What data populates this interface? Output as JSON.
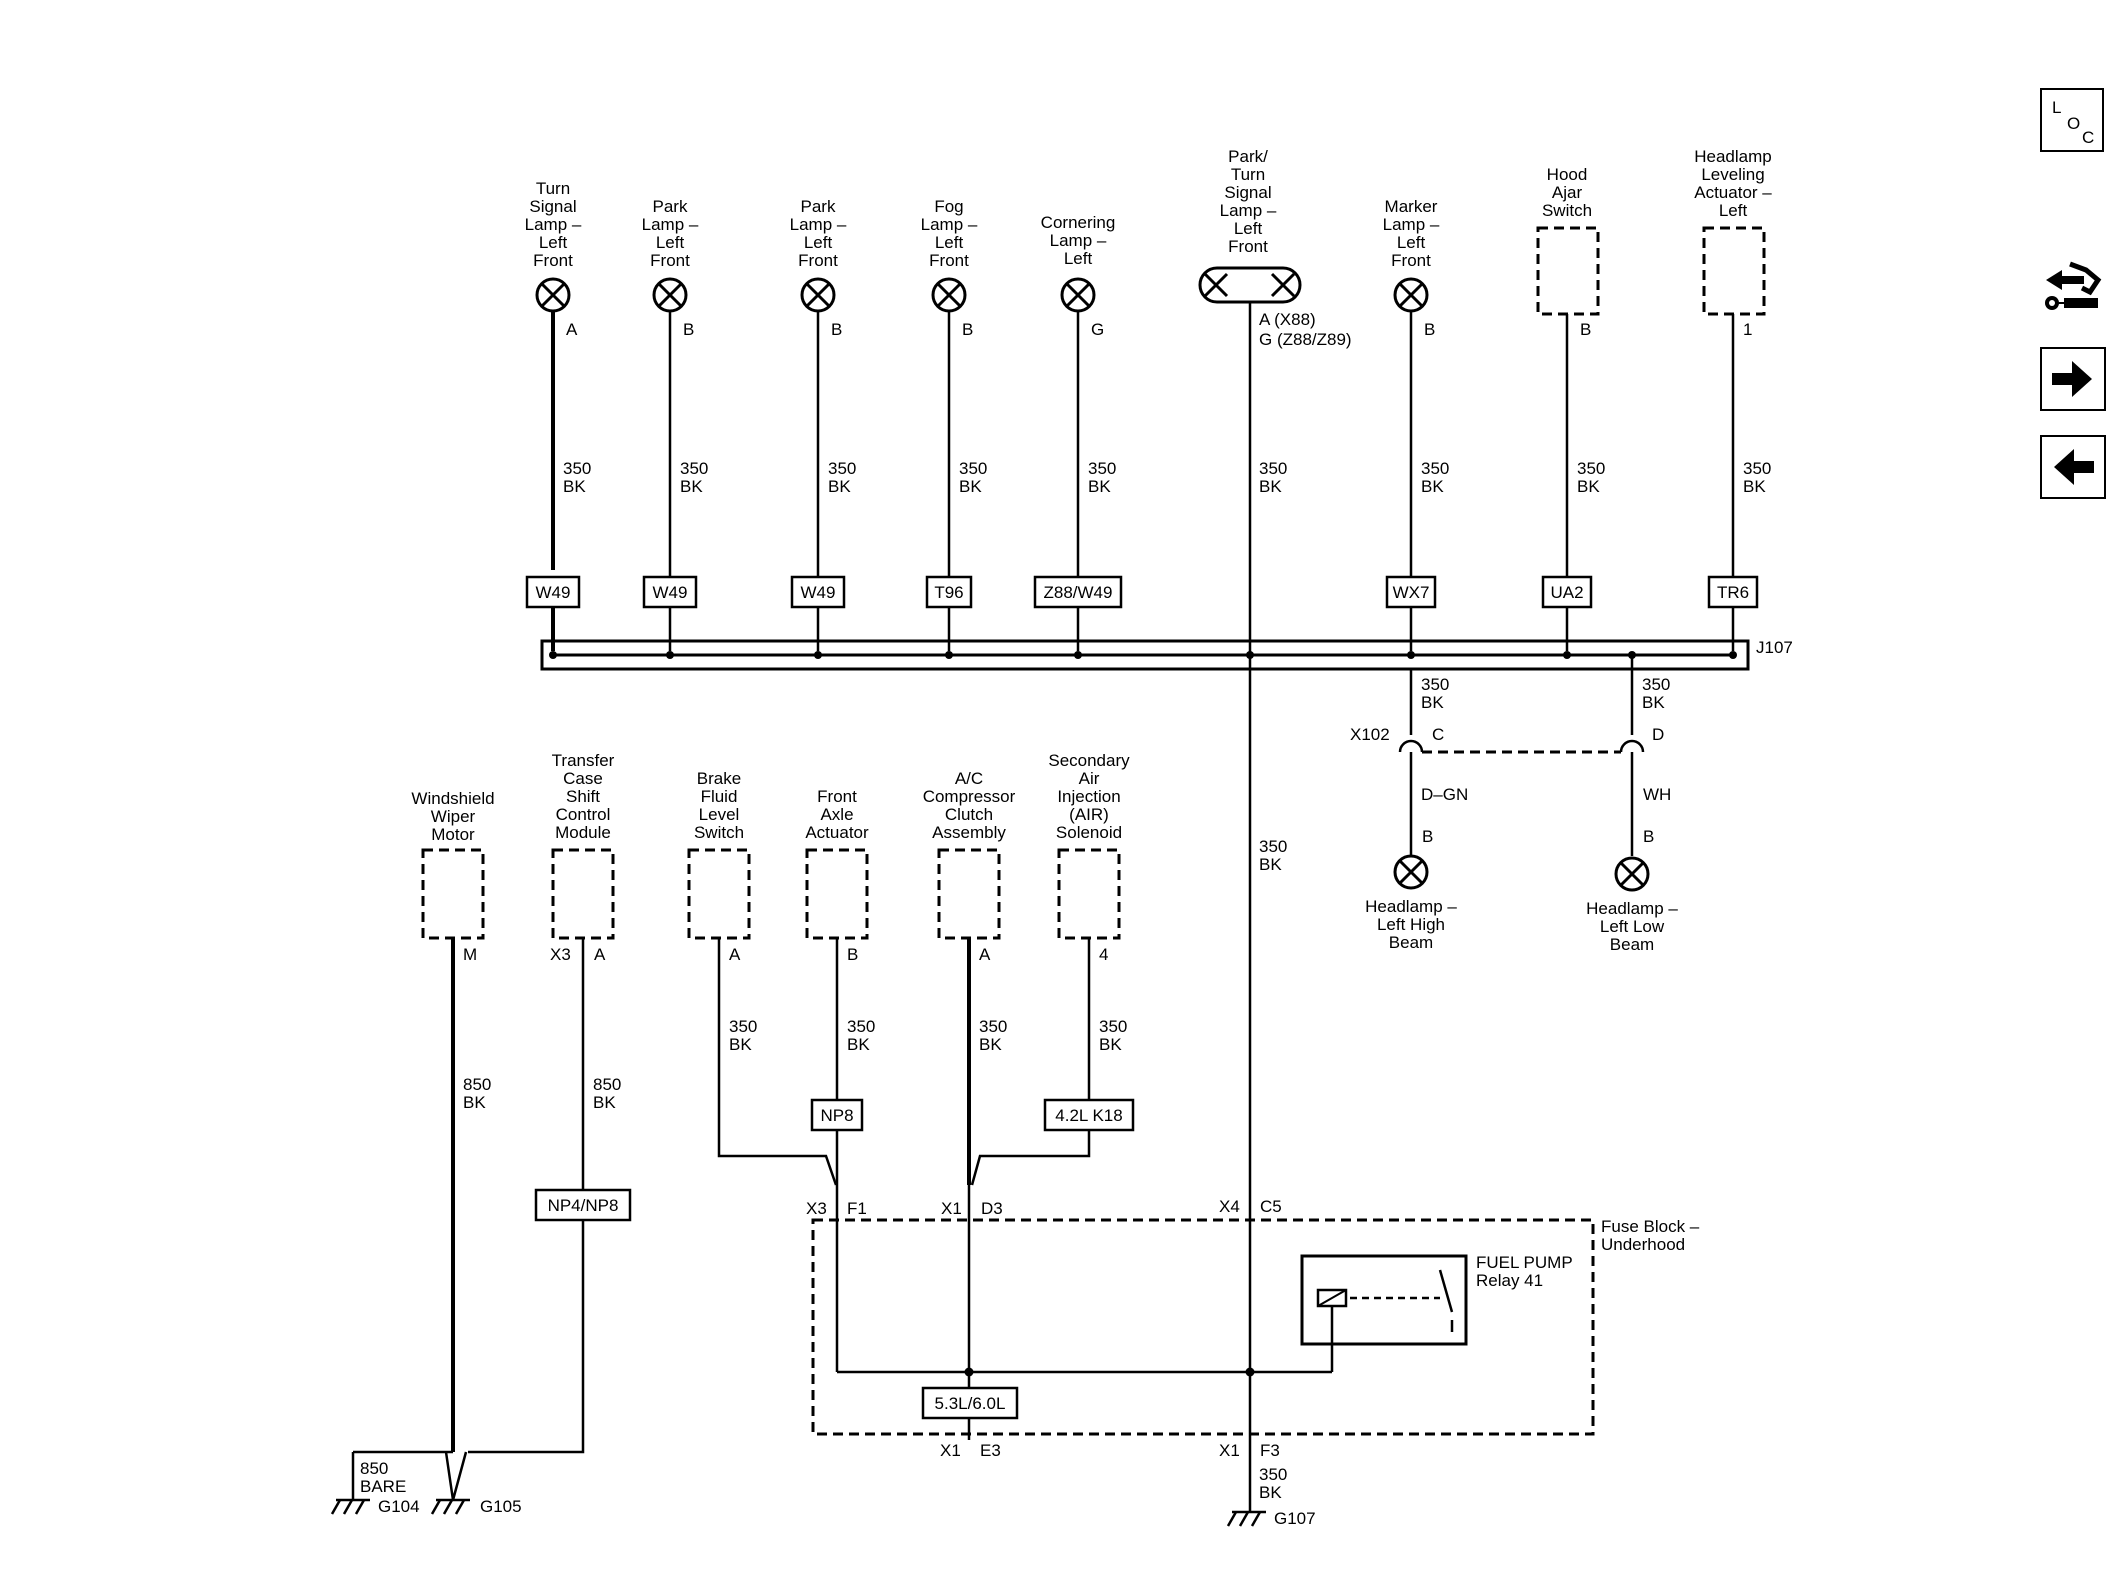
{
  "components_top": [
    {
      "name": "Turn Signal Lamp – Left Front",
      "lines": [
        "Turn",
        "Signal",
        "Lamp –",
        "Left",
        "Front"
      ],
      "pin": "A",
      "wire": "350",
      "color": "BK",
      "option": "W49"
    },
    {
      "name": "Park Lamp – Left Front",
      "lines": [
        "Park",
        "Lamp –",
        "Left",
        "Front"
      ],
      "pin": "B",
      "wire": "350",
      "color": "BK",
      "option": "W49"
    },
    {
      "name": "Park Lamp – Left Front",
      "lines": [
        "Park",
        "Lamp –",
        "Left",
        "Front"
      ],
      "pin": "B",
      "wire": "350",
      "color": "BK",
      "option": "W49"
    },
    {
      "name": "Fog Lamp – Left Front",
      "lines": [
        "Fog",
        "Lamp –",
        "Left",
        "Front"
      ],
      "pin": "B",
      "wire": "350",
      "color": "BK",
      "option": "T96"
    },
    {
      "name": "Cornering Lamp – Left",
      "lines": [
        "Cornering",
        "Lamp –",
        "Left"
      ],
      "pin": "G",
      "wire": "350",
      "color": "BK",
      "option": "Z88/W49"
    },
    {
      "name": "Park/Turn Signal Lamp – Left Front",
      "lines": [
        "Park/",
        "Turn",
        "Signal",
        "Lamp –",
        "Left",
        "Front"
      ],
      "pin_lines": [
        "A (X88)",
        "G (Z88/Z89)"
      ],
      "wire": "350",
      "color": "BK",
      "option": ""
    },
    {
      "name": "Marker Lamp – Left Front",
      "lines": [
        "Marker",
        "Lamp –",
        "Left",
        "Front"
      ],
      "pin": "B",
      "wire": "350",
      "color": "BK",
      "option": "WX7"
    },
    {
      "name": "Hood Ajar Switch",
      "lines": [
        "Hood",
        "Ajar",
        "Switch"
      ],
      "pin": "B",
      "wire": "350",
      "color": "BK",
      "option": "UA2"
    },
    {
      "name": "Headlamp Leveling Actuator – Left",
      "lines": [
        "Headlamp",
        "Leveling",
        "Actuator –",
        "Left"
      ],
      "pin": "1",
      "wire": "350",
      "color": "BK",
      "option": "TR6"
    }
  ],
  "splice": {
    "label": "J107"
  },
  "headlamp_branch": {
    "connector": "X102",
    "left": {
      "wire": "350",
      "color": "BK",
      "pin": "C",
      "wire2": "D–GN",
      "lamp_pin": "B",
      "lines": [
        "Headlamp –",
        "Left High",
        "Beam"
      ]
    },
    "right": {
      "wire": "350",
      "color": "BK",
      "pin": "D",
      "wire2": "WH",
      "lamp_pin": "B",
      "lines": [
        "Headlamp –",
        "Left Low",
        "Beam"
      ]
    }
  },
  "components_bottom": [
    {
      "lines": [
        "Windshield",
        "Wiper",
        "Motor"
      ],
      "pin": "M",
      "wire": "850",
      "color": "BK"
    },
    {
      "lines": [
        "Transfer",
        "Case",
        "Shift",
        "Control",
        "Module"
      ],
      "pin_left": "X3",
      "pin": "A",
      "wire": "850",
      "color": "BK",
      "option": "NP4/NP8"
    },
    {
      "lines": [
        "Brake",
        "Fluid",
        "Level",
        "Switch"
      ],
      "pin": "A",
      "wire": "350",
      "color": "BK"
    },
    {
      "lines": [
        "Front",
        "Axle",
        "Actuator"
      ],
      "pin": "B",
      "wire": "350",
      "color": "BK",
      "option": "NP8"
    },
    {
      "lines": [
        "A/C",
        "Compressor",
        "Clutch",
        "Assembly"
      ],
      "pin": "A",
      "wire": "350",
      "color": "BK"
    },
    {
      "lines": [
        "Secondary",
        "Air",
        "Injection",
        "(AIR)",
        "Solenoid"
      ],
      "pin": "4",
      "wire": "350",
      "color": "BK",
      "option": "4.2L K18"
    }
  ],
  "center_wire": {
    "wire": "350",
    "color": "BK"
  },
  "fuse_block": {
    "lines": [
      "Fuse Block –",
      "Underhood"
    ],
    "relay_lines": [
      "FUEL PUMP",
      "Relay 41"
    ],
    "top_pins": [
      [
        "X3",
        "F1"
      ],
      [
        "X1",
        "D3"
      ],
      [
        "X4",
        "C5"
      ]
    ],
    "bottom_pins": [
      [
        "X1",
        "E3"
      ],
      [
        "X1",
        "F3"
      ]
    ],
    "option": "5.3L/6.0L"
  },
  "grounds": {
    "bare_wire": [
      "850",
      "BARE"
    ],
    "g1": "G104",
    "g2": "G105",
    "g3": "G107",
    "g3_wire": [
      "350",
      "BK"
    ]
  },
  "nav": {
    "loc_label": [
      "L",
      "O",
      "C"
    ],
    "icons": [
      "component-locator-icon",
      "service-tools-icon",
      "next-page-icon",
      "previous-page-icon"
    ]
  }
}
